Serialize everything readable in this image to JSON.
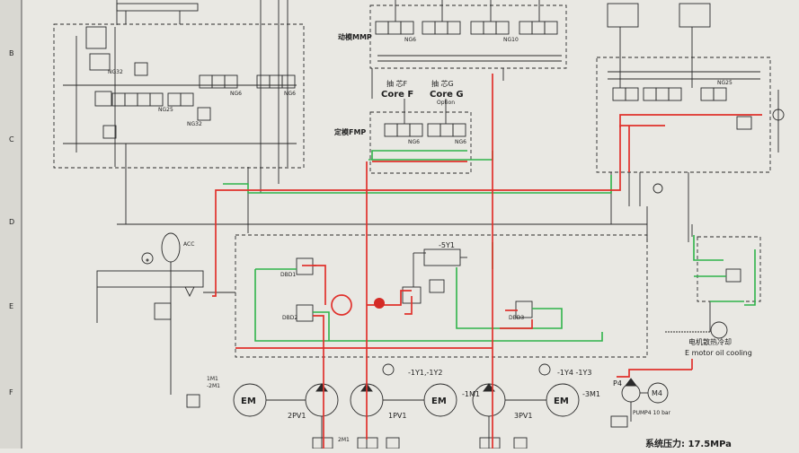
{
  "row_letters": [
    "B",
    "C",
    "D",
    "E",
    "F"
  ],
  "labels": {
    "moving_mmp": "动模MMP",
    "fixed_fmp": "定模FMP",
    "core_f_cn": "抽 芯F",
    "core_f": "Core F",
    "core_g_cn": "抽 芯G",
    "core_g": "Core G",
    "option": "Option",
    "acc": "ACC",
    "dbd1": "DBD1",
    "dbd2": "DBD2",
    "dbd3": "DBD3",
    "valve_5y1": "-5Y1",
    "em": "EM",
    "pv1": "1PV1",
    "pv2": "2PV1",
    "pv3": "3PV1",
    "y1y2": "-1Y1,-1Y2",
    "y3y4": "-1Y4 -1Y3",
    "m1": "-1M1",
    "m3": "-3M1",
    "m2": "-2M1",
    "p4": "P4",
    "m4": "M4",
    "pump4": "PUMP4 10 bar",
    "motor_cooling_cn": "电机散热冷却",
    "motor_cooling": "E motor oil cooling",
    "system_pressure": "系统压力: 17.5MPa",
    "ng32": "NG32",
    "ng25": "NG25",
    "ng6": "NG6",
    "ng10": "NG10",
    "m1_left": "1M1",
    "m2_left": "2M1"
  }
}
